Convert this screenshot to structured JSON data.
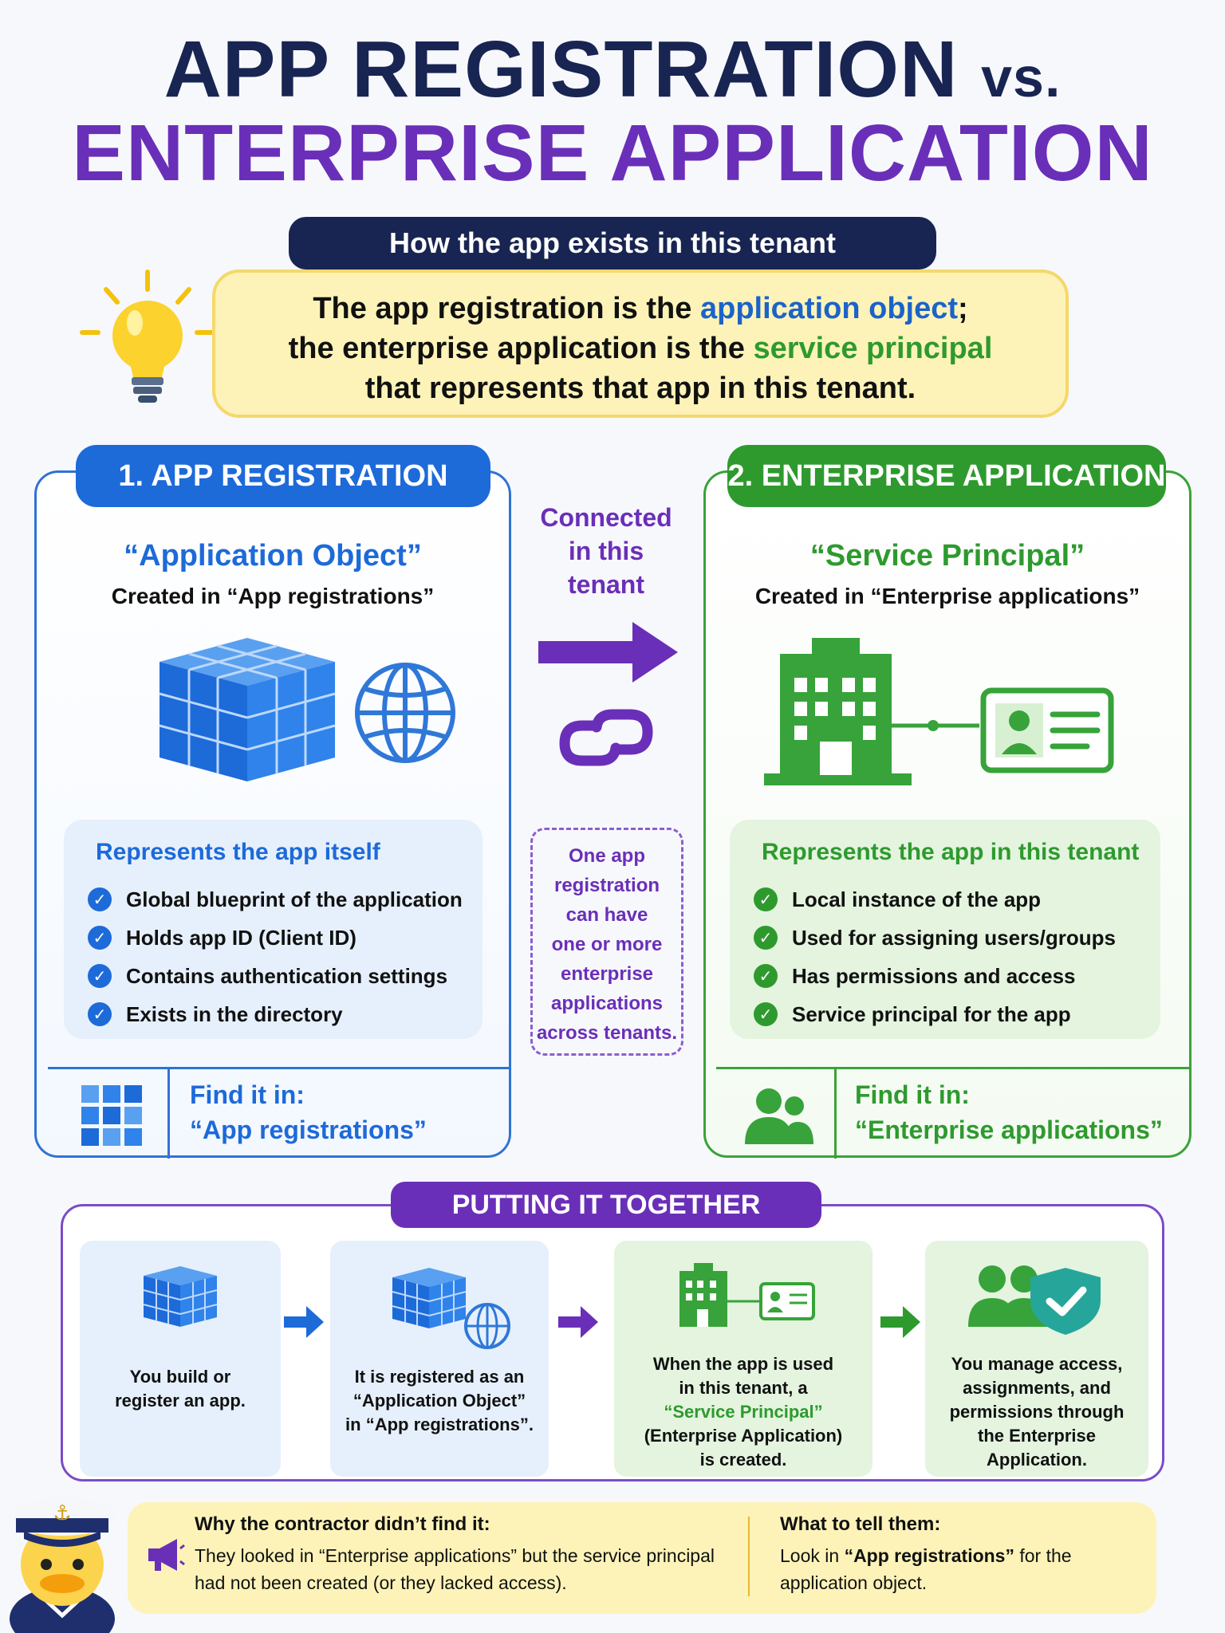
{
  "header": {
    "title_line1_main": "APP REGISTRATION",
    "title_line1_vs": "vs.",
    "title_line2": "ENTERPRISE APPLICATION",
    "subtitle": "How the app exists in this tenant"
  },
  "callout": {
    "l1_a": "The app registration is the ",
    "l1_b": "application object",
    "l1_c": ";",
    "l2_a": "the enterprise application is the ",
    "l2_b": "service principal",
    "l3": "that represents that app in this tenant."
  },
  "app_registration": {
    "tab": "1. APP REGISTRATION",
    "object_name": "“Application Object”",
    "created_in": "Created in “App registrations”",
    "list_head": "Represents the app itself",
    "items": [
      "Global blueprint of the application",
      "Holds app ID (Client ID)",
      "Contains authentication settings",
      "Exists in the directory"
    ],
    "find_label": "Find it in:",
    "find_value": "“App registrations”"
  },
  "enterprise_app": {
    "tab": "2. ENTERPRISE APPLICATION",
    "object_name": "“Service Principal”",
    "created_in": "Created in “Enterprise applications”",
    "list_head": "Represents the app in this tenant",
    "items": [
      "Local instance of the app",
      "Used for assigning users/groups",
      "Has permissions and access",
      "Service principal for the app"
    ],
    "find_label": "Find it in:",
    "find_value": "“Enterprise applications”"
  },
  "middle": {
    "connected": [
      "Connected",
      "in this",
      "tenant"
    ],
    "note": [
      "One app",
      "registration",
      "can have",
      "one or more",
      "enterprise",
      "applications",
      "across tenants."
    ]
  },
  "together": {
    "title": "PUTTING IT TOGETHER",
    "step1": [
      "You build or",
      "register an app."
    ],
    "step2": [
      "It is registered as an",
      "“Application Object”",
      "in “App registrations”."
    ],
    "step3_l1": "When the app is used",
    "step3_l2": "in this tenant, a",
    "step3_l3": "“Service Principal”",
    "step3_l4": "(Enterprise Application)",
    "step3_l5": "is created.",
    "step4": [
      "You manage access,",
      "assignments, and",
      "permissions through",
      "the Enterprise",
      "Application."
    ]
  },
  "bottom": {
    "why_head": "Why the contractor didn’t find it:",
    "why_l1": "They looked in “Enterprise applications” but the service principal",
    "why_l2": "had not been created (or they lacked access).",
    "tell_head": "What to tell them:",
    "tell_l1_a": "Look in ",
    "tell_l1_b": "“App registrations”",
    "tell_l1_c": " for the",
    "tell_l2": "application object."
  },
  "colors": {
    "navy": "#182552",
    "purple": "#6a2fb8",
    "blue": "#1d6ad9",
    "green": "#2e9a2e",
    "callout_yellow": "#fdf3b8"
  }
}
